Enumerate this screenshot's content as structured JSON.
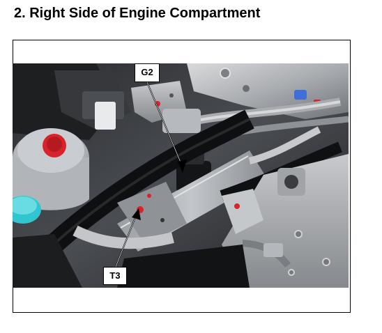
{
  "section": {
    "heading": "2.  Right Side of Engine Compartment"
  },
  "figure": {
    "callouts": {
      "g2": "G2",
      "t3": "T3"
    }
  },
  "colors": {
    "cap_red": "#d8232a",
    "reservoir_cyan": "#2fc6cf",
    "connector_blue": "#3f6fd8"
  }
}
